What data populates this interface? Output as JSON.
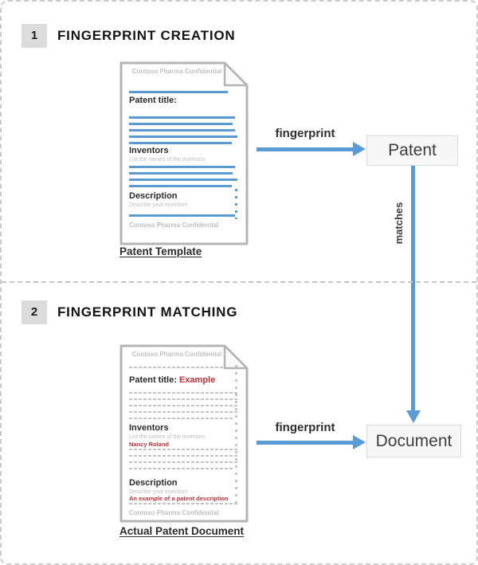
{
  "colors": {
    "arrow_blue": "#5b9bd5",
    "highlight_red": "#c62f35"
  },
  "matches_label": "matches",
  "section1": {
    "number": "1",
    "title": "FINGERPRINT CREATION",
    "arrow_label": "fingerprint",
    "result_box": "Patent",
    "doc": {
      "header": "Contoso Pharma Confidential",
      "patent_title_label": "Patent title:",
      "inventors_label": "Inventors",
      "inventors_hint": "List the names of the inventors",
      "description_label": "Description",
      "description_hint": "Describe your invention",
      "footer": "Contoso Pharma Confidential",
      "caption": "Patent Template"
    }
  },
  "section2": {
    "number": "2",
    "title": "FINGERPRINT MATCHING",
    "arrow_label": "fingerprint",
    "result_box": "Document",
    "doc": {
      "header": "Contoso Pharma Confidential",
      "patent_title_label": "Patent title:",
      "patent_title_value": "Example",
      "inventors_label": "Inventors",
      "inventors_hint": "List the names of the inventors",
      "inventors_value": "Nancy Roland",
      "description_label": "Description",
      "description_hint": "Describe your invention",
      "description_value": "An example of a patent description",
      "footer": "Contoso Pharma Confidential",
      "caption": "Actual Patent Document"
    }
  }
}
